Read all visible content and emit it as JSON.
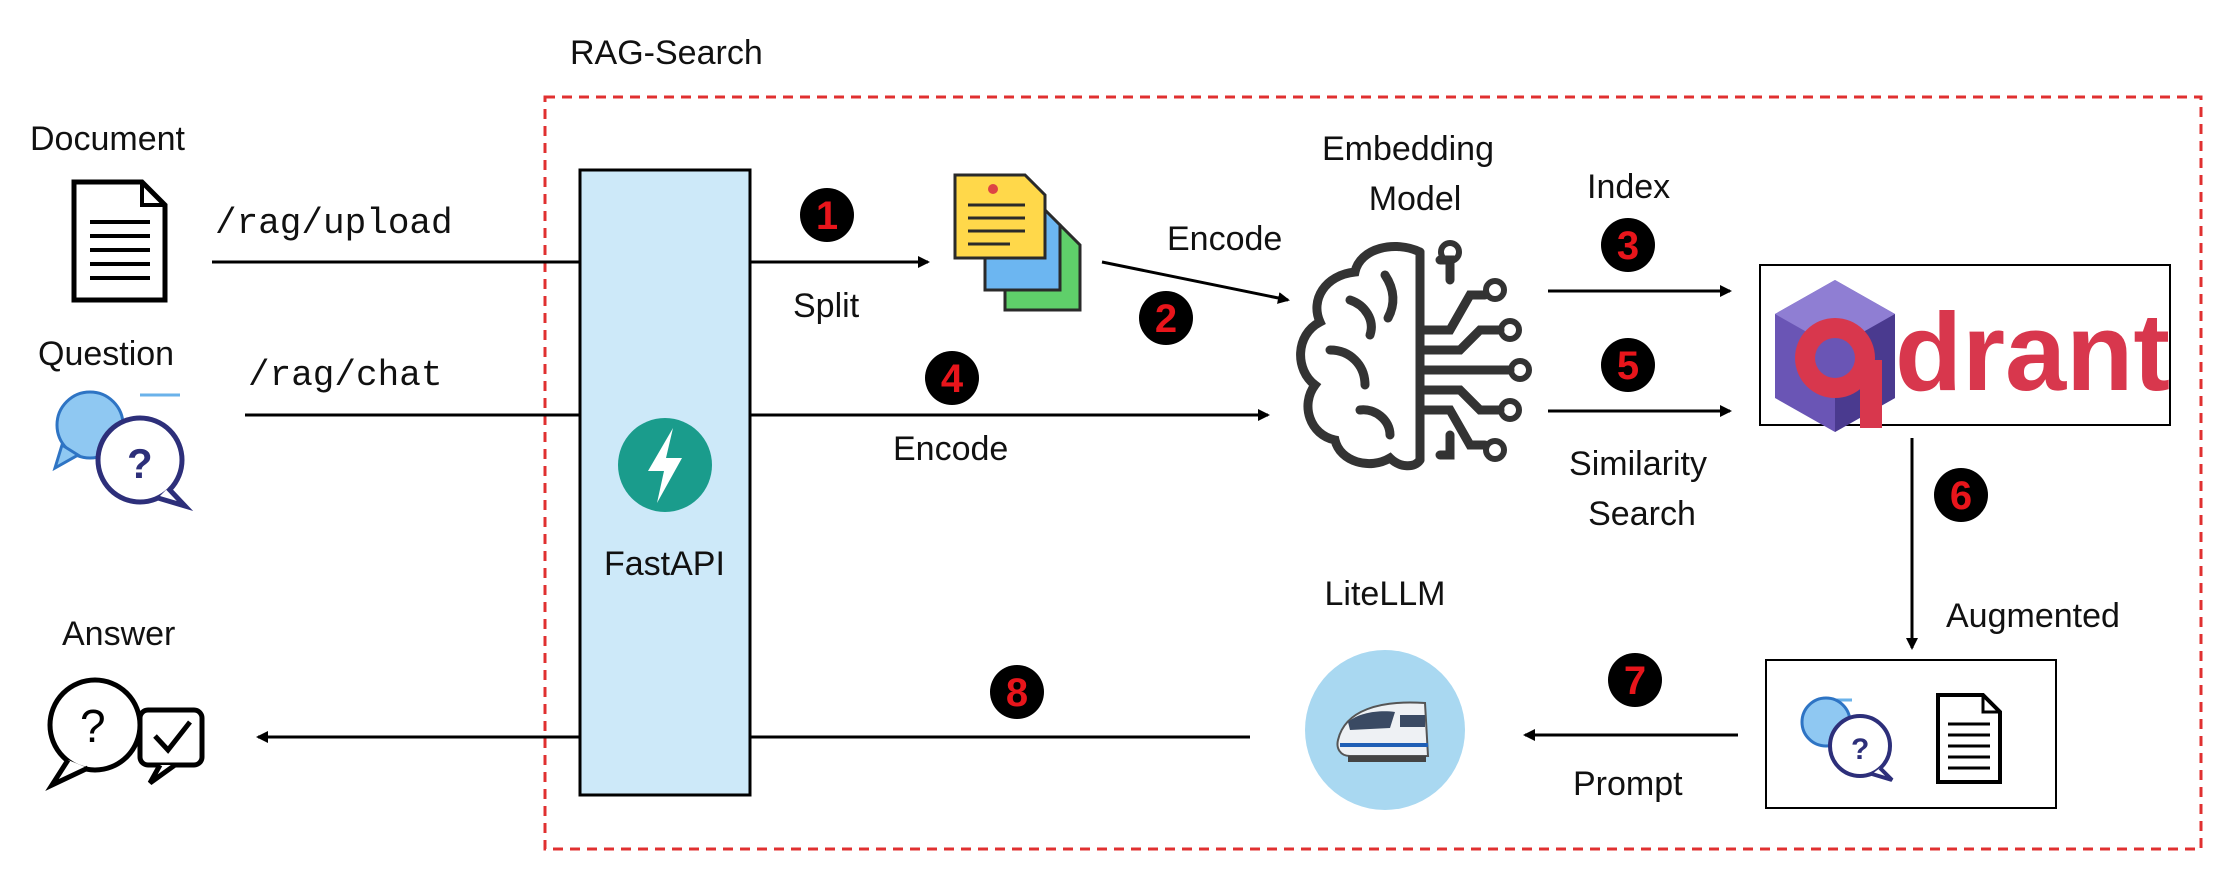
{
  "title": "RAG-Search",
  "inputs": {
    "document": "Document",
    "question": "Question",
    "answer": "Answer"
  },
  "endpoints": {
    "upload": "/rag/upload",
    "chat": "/rag/chat"
  },
  "components": {
    "fastapi": "FastAPI",
    "embedding_line1": "Embedding",
    "embedding_line2": "Model",
    "vector_db": "drant",
    "litellm": "LiteLLM",
    "augmented": "Augmented"
  },
  "edge_labels": {
    "split": "Split",
    "encode_docs": "Encode",
    "encode_query": "Encode",
    "index": "Index",
    "similarity_line1": "Similarity",
    "similarity_line2": "Search",
    "prompt": "Prompt"
  },
  "steps": [
    "1",
    "2",
    "3",
    "4",
    "5",
    "6",
    "7",
    "8"
  ],
  "colors": {
    "boundary": "#e03030",
    "fastapi_box": "#cde9f9",
    "fastapi_logo": "#1a9c8c",
    "step_circle": "#000000",
    "step_number": "#e8151b",
    "litellm_circle": "#a9d8f1",
    "qdrant_text": "#d8374d",
    "qdrant_cube": "#6a55b5"
  },
  "icons": [
    "document-icon",
    "question-icon",
    "answer-icon",
    "chunks-icon",
    "fastapi-icon",
    "brain-icon",
    "qdrant-icon",
    "train-icon"
  ]
}
